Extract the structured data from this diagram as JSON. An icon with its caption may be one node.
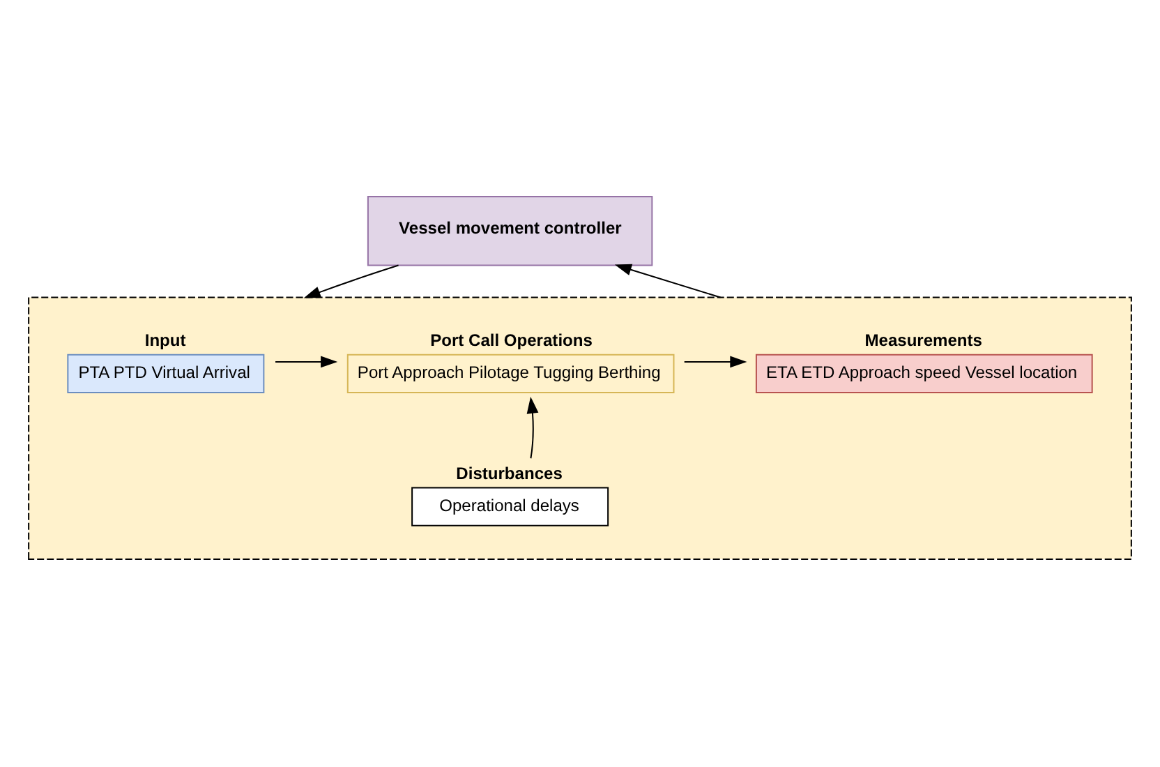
{
  "diagram": {
    "nodes": [
      {
        "text": [
          "Vessel movement controller"
        ]
      },
      {
        "text": [],
        "shape": "box"
      },
      {
        "text": [
          "Measurements",
          "ETA ETD Approach speed Vessel location"
        ],
        "in": 1
      },
      {
        "text": [
          "Port Call Operations",
          "Port Approach Pilotage Tugging Berthing"
        ],
        "in": 1
      },
      {
        "text": [
          "Input",
          "PTA PTD Virtual Arrival"
        ],
        "in": 1
      },
      {
        "text": [
          "Disturbances",
          "Operational delays"
        ],
        "in": 1
      }
    ],
    "edges": [
      {
        "from": 1,
        "to": 0,
        "arrow": "to"
      },
      {
        "from": 0,
        "to": 1,
        "arrow": "to"
      },
      {
        "from": 4,
        "to": 3,
        "arrow": "to"
      },
      {
        "from": 3,
        "to": 2,
        "arrow": "to"
      },
      {
        "from": 5,
        "to": 3,
        "arrow": "to"
      }
    ]
  }
}
